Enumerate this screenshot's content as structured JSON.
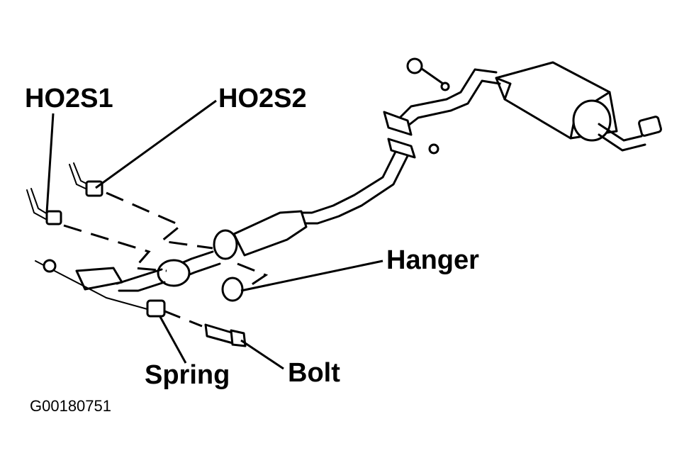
{
  "labels": {
    "ho2s1": "HO2S1",
    "ho2s2": "HO2S2",
    "hanger": "Hanger",
    "spring": "Spring",
    "bolt": "Bolt"
  },
  "figure_id": "G00180751",
  "colors": {
    "ink": "#000000",
    "paper": "#ffffff"
  }
}
